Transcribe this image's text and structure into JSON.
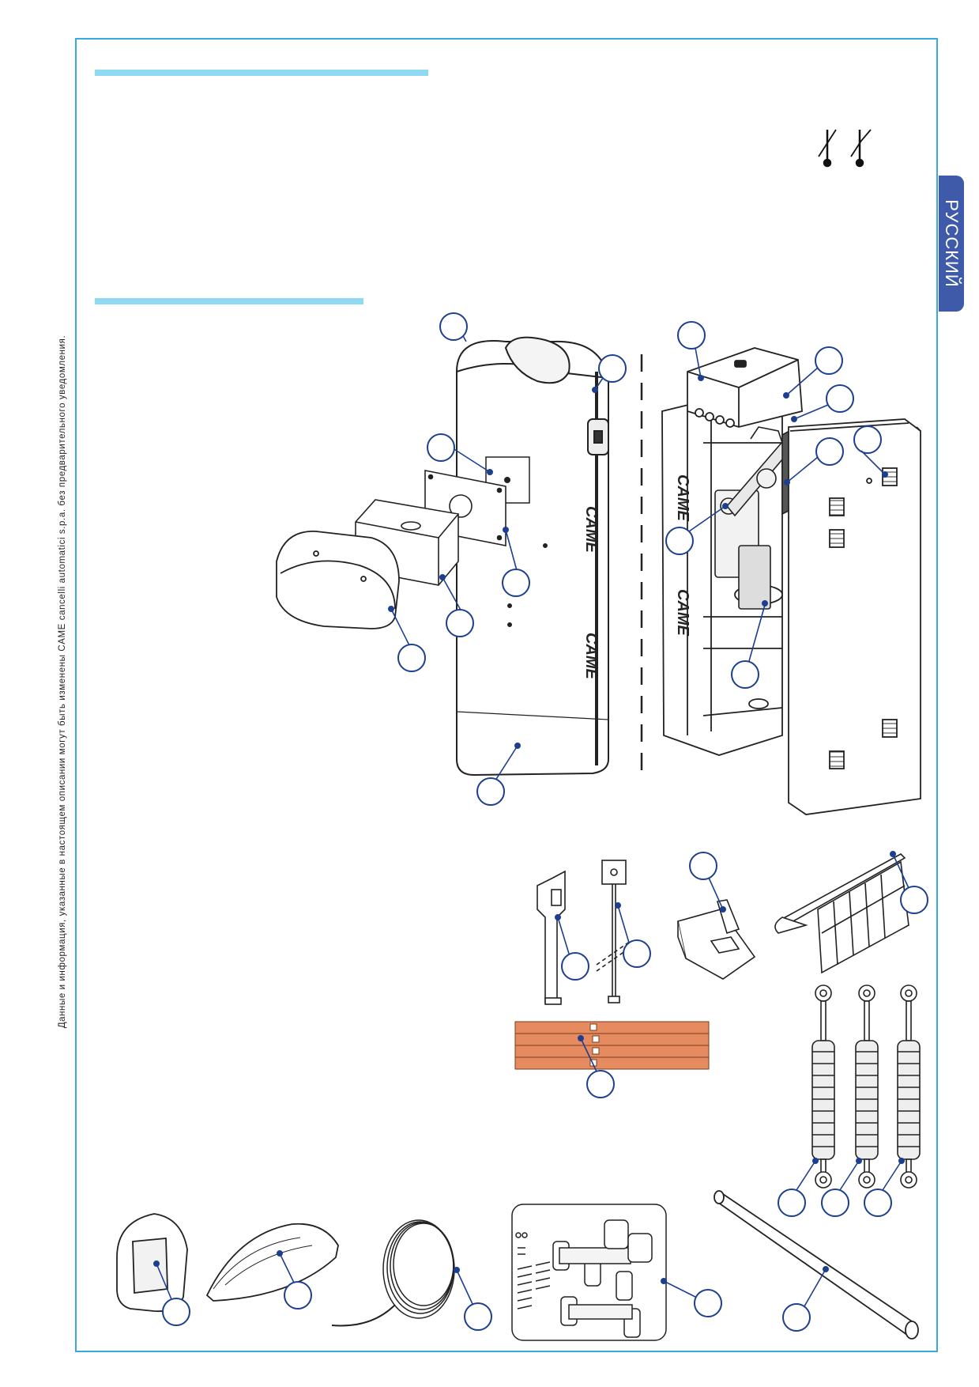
{
  "language_tab": "РУССКИЙ",
  "disclaimer": "Данные и информация, указанные в настоящем описании могут быть изменены CAME cancelli automatici s.p.a. без предварительного уведомления.",
  "brand_marks": [
    "CAME",
    "CAME",
    "CAME",
    "CAME"
  ],
  "colors": {
    "frame": "#3aa9df",
    "heading_bar": "#8fd9f2",
    "tab": "#3f5aa9",
    "callout": "#1d3f8f",
    "warning_stripes": "#e58b5f"
  },
  "icons": [
    "thermometer-icon",
    "thermometer-icon"
  ]
}
